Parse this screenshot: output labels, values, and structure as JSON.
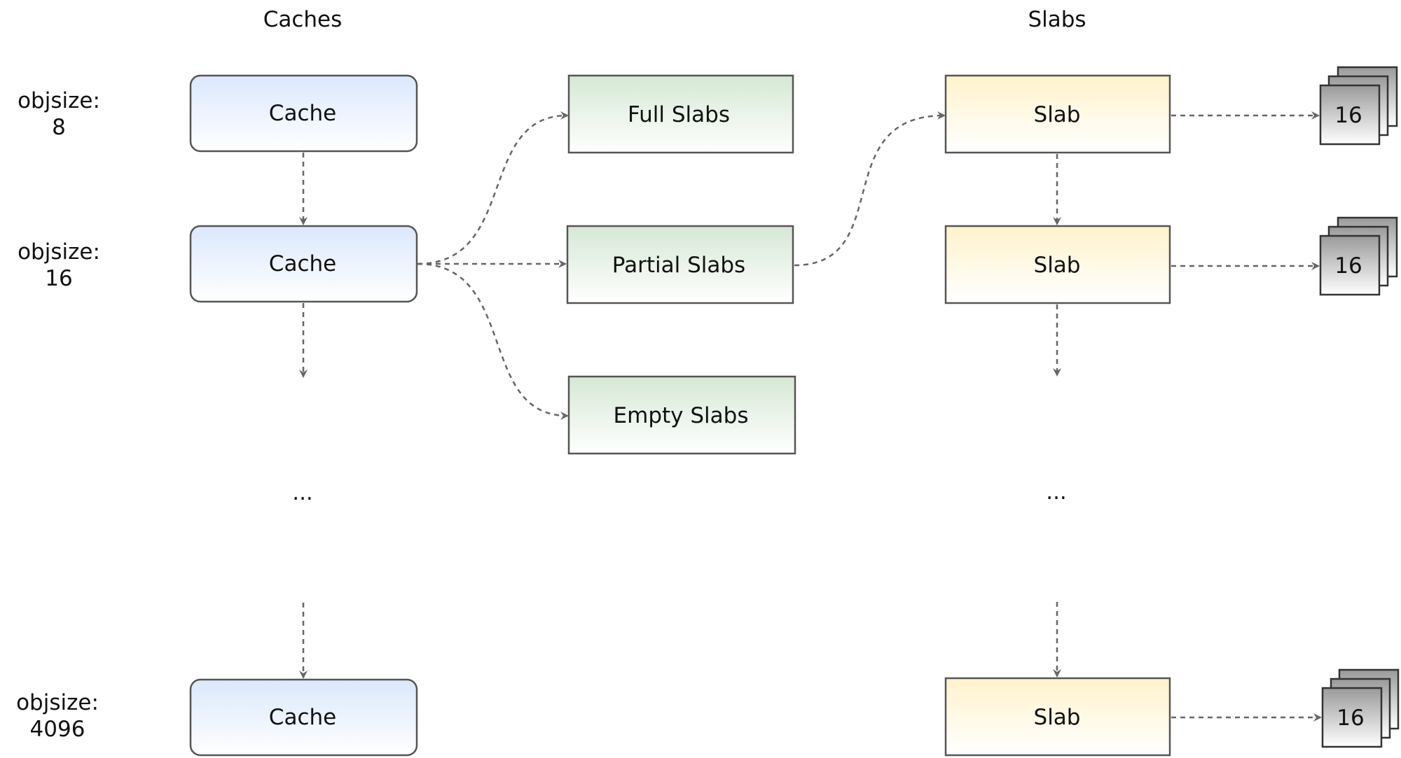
{
  "headers": {
    "caches": "Caches",
    "slabs": "Slabs"
  },
  "rows": [
    {
      "objsize_label": "objsize:",
      "objsize_value": "8",
      "cache_label": "Cache"
    },
    {
      "objsize_label": "objsize:",
      "objsize_value": "16",
      "cache_label": "Cache"
    },
    {
      "objsize_label": "objsize:",
      "objsize_value": "4096",
      "cache_label": "Cache"
    }
  ],
  "slab_lists": {
    "full": "Full Slabs",
    "partial": "Partial Slabs",
    "empty": "Empty Slabs"
  },
  "slabs": [
    {
      "label": "Slab",
      "objects_label": "16"
    },
    {
      "label": "Slab",
      "objects_label": "16"
    },
    {
      "label": "Slab",
      "objects_label": "16"
    }
  ],
  "ellipsis": {
    "caches": "...",
    "slabs": "..."
  },
  "colors": {
    "cache_fill_top": "#dae8fc",
    "cache_fill_bottom": "#ffffff",
    "list_fill_top": "#d5e8d4",
    "list_fill_bottom": "#ffffff",
    "slab_fill_top": "#fff2cc",
    "slab_fill_bottom": "#ffffff",
    "object_fill_top": "#9a9a9a",
    "object_fill_bottom": "#ffffff",
    "stroke": "#555555",
    "connector": "#666666"
  }
}
